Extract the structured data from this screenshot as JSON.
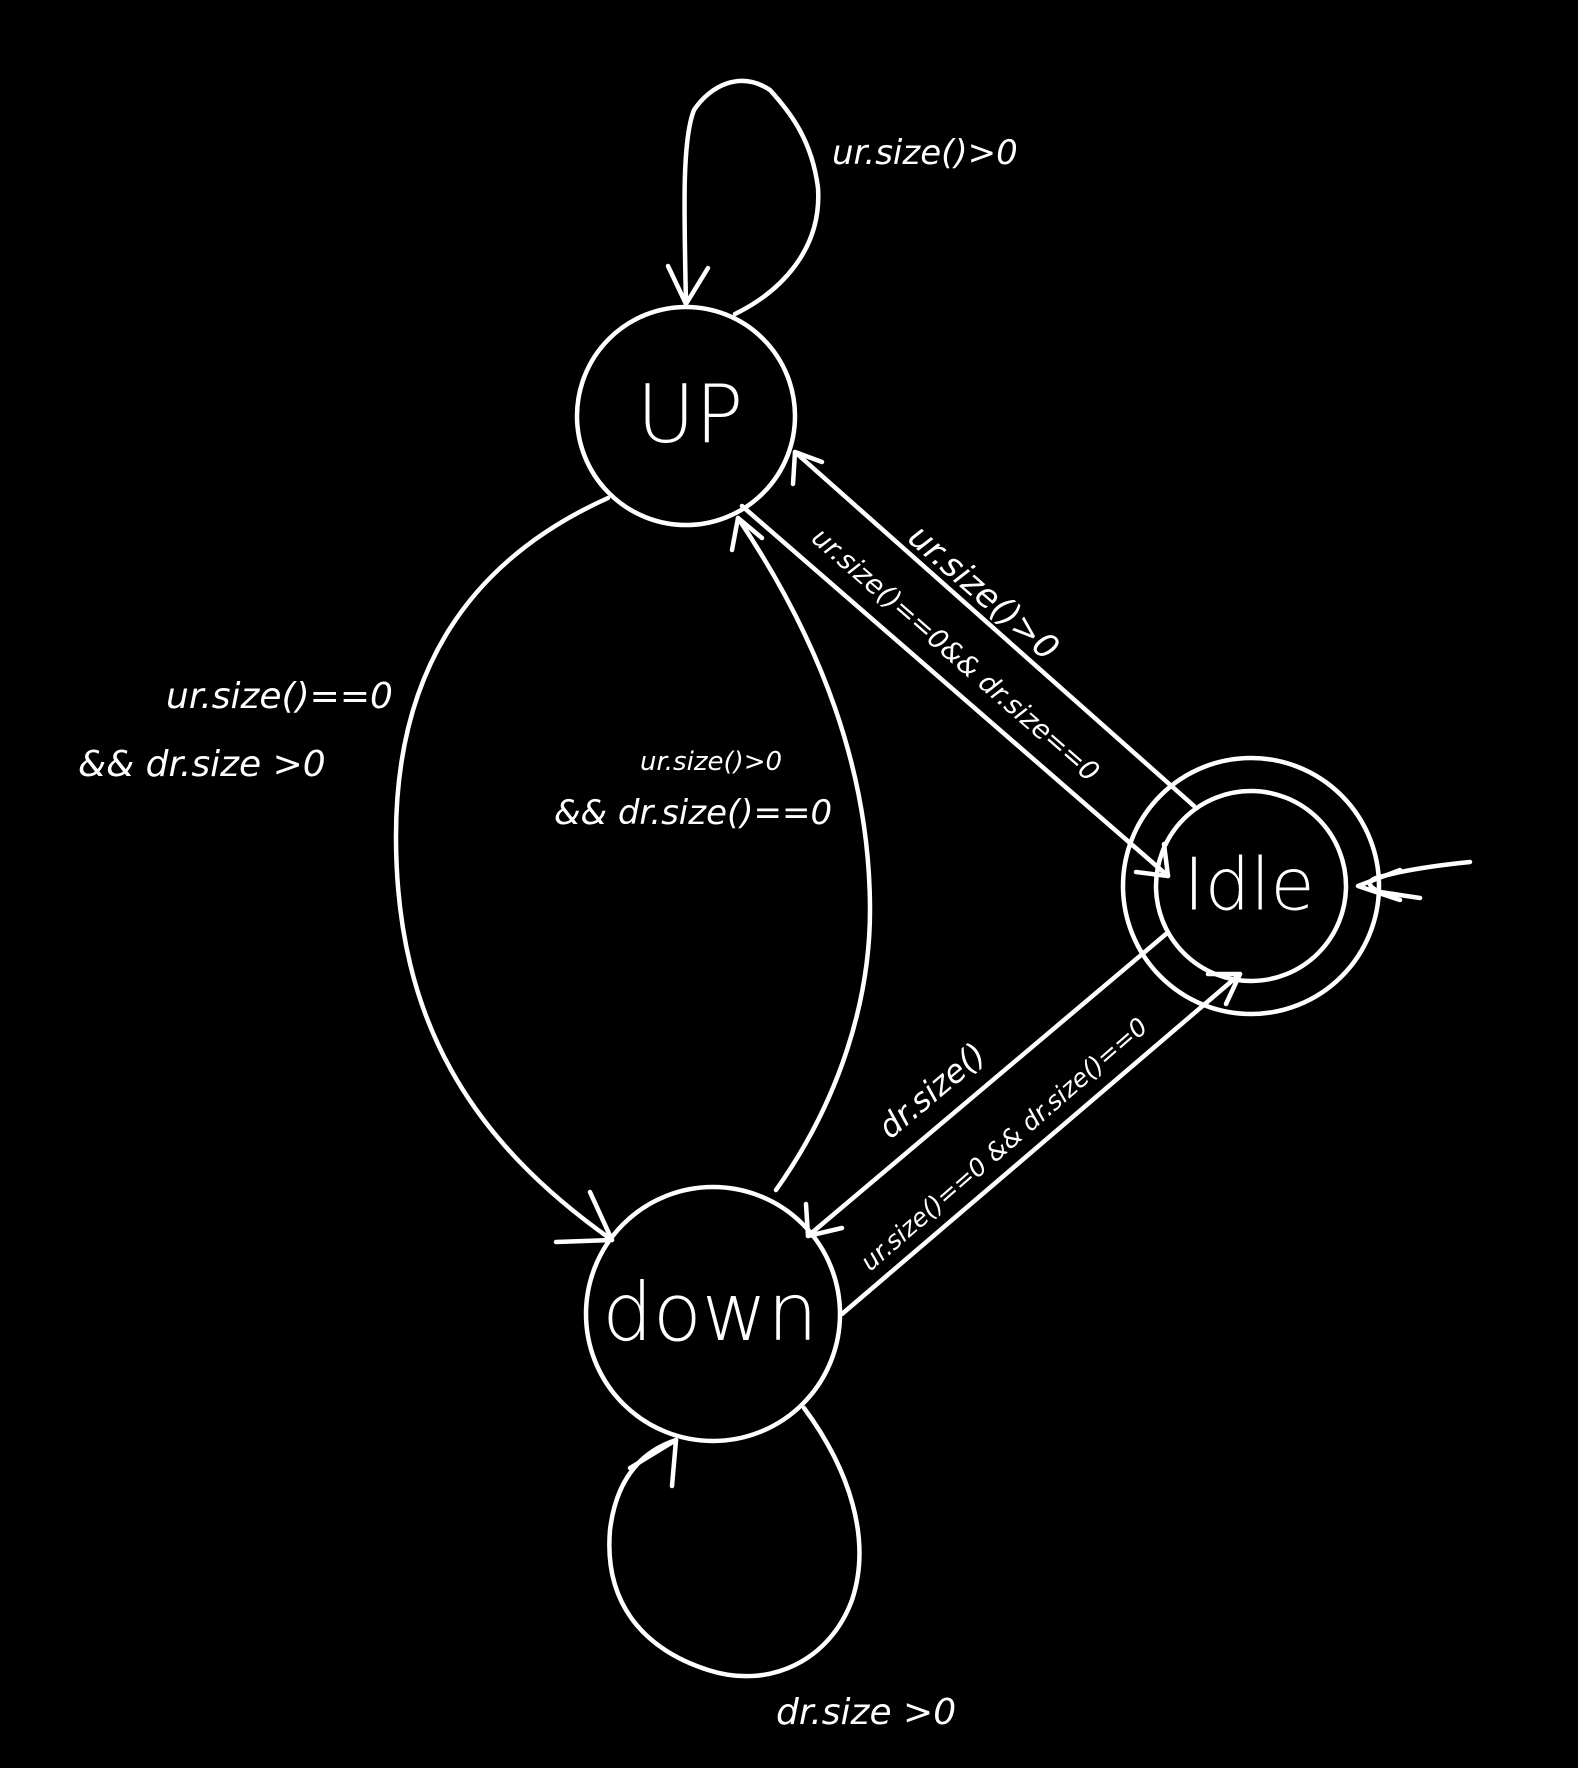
{
  "diagram": {
    "states": {
      "up": {
        "label": "UP"
      },
      "idle": {
        "label": "Idle",
        "initial": true,
        "accepting": true
      },
      "down": {
        "label": "down"
      }
    },
    "transitions": {
      "up_self": {
        "from": "UP",
        "to": "UP",
        "label": "ur.size()>0"
      },
      "idle_to_up": {
        "from": "Idle",
        "to": "UP",
        "label": "ur.size()>0"
      },
      "up_to_idle": {
        "from": "UP",
        "to": "Idle",
        "label": "ur.size()==0&& dr.size==0"
      },
      "up_to_down": {
        "from": "UP",
        "to": "down",
        "label_line1": "ur.size()==0",
        "label_line2": "&& dr.size >0"
      },
      "down_to_up": {
        "from": "down",
        "to": "UP",
        "label_line1": "ur.size()>0",
        "label_line2": "&& dr.size()==0"
      },
      "idle_to_down": {
        "from": "Idle",
        "to": "down",
        "label": "dr.size()"
      },
      "down_to_idle": {
        "from": "down",
        "to": "Idle",
        "label": "ur.size()==0 && dr.size()==0"
      },
      "down_self": {
        "from": "down",
        "to": "down",
        "label": "dr.size >0"
      }
    }
  }
}
